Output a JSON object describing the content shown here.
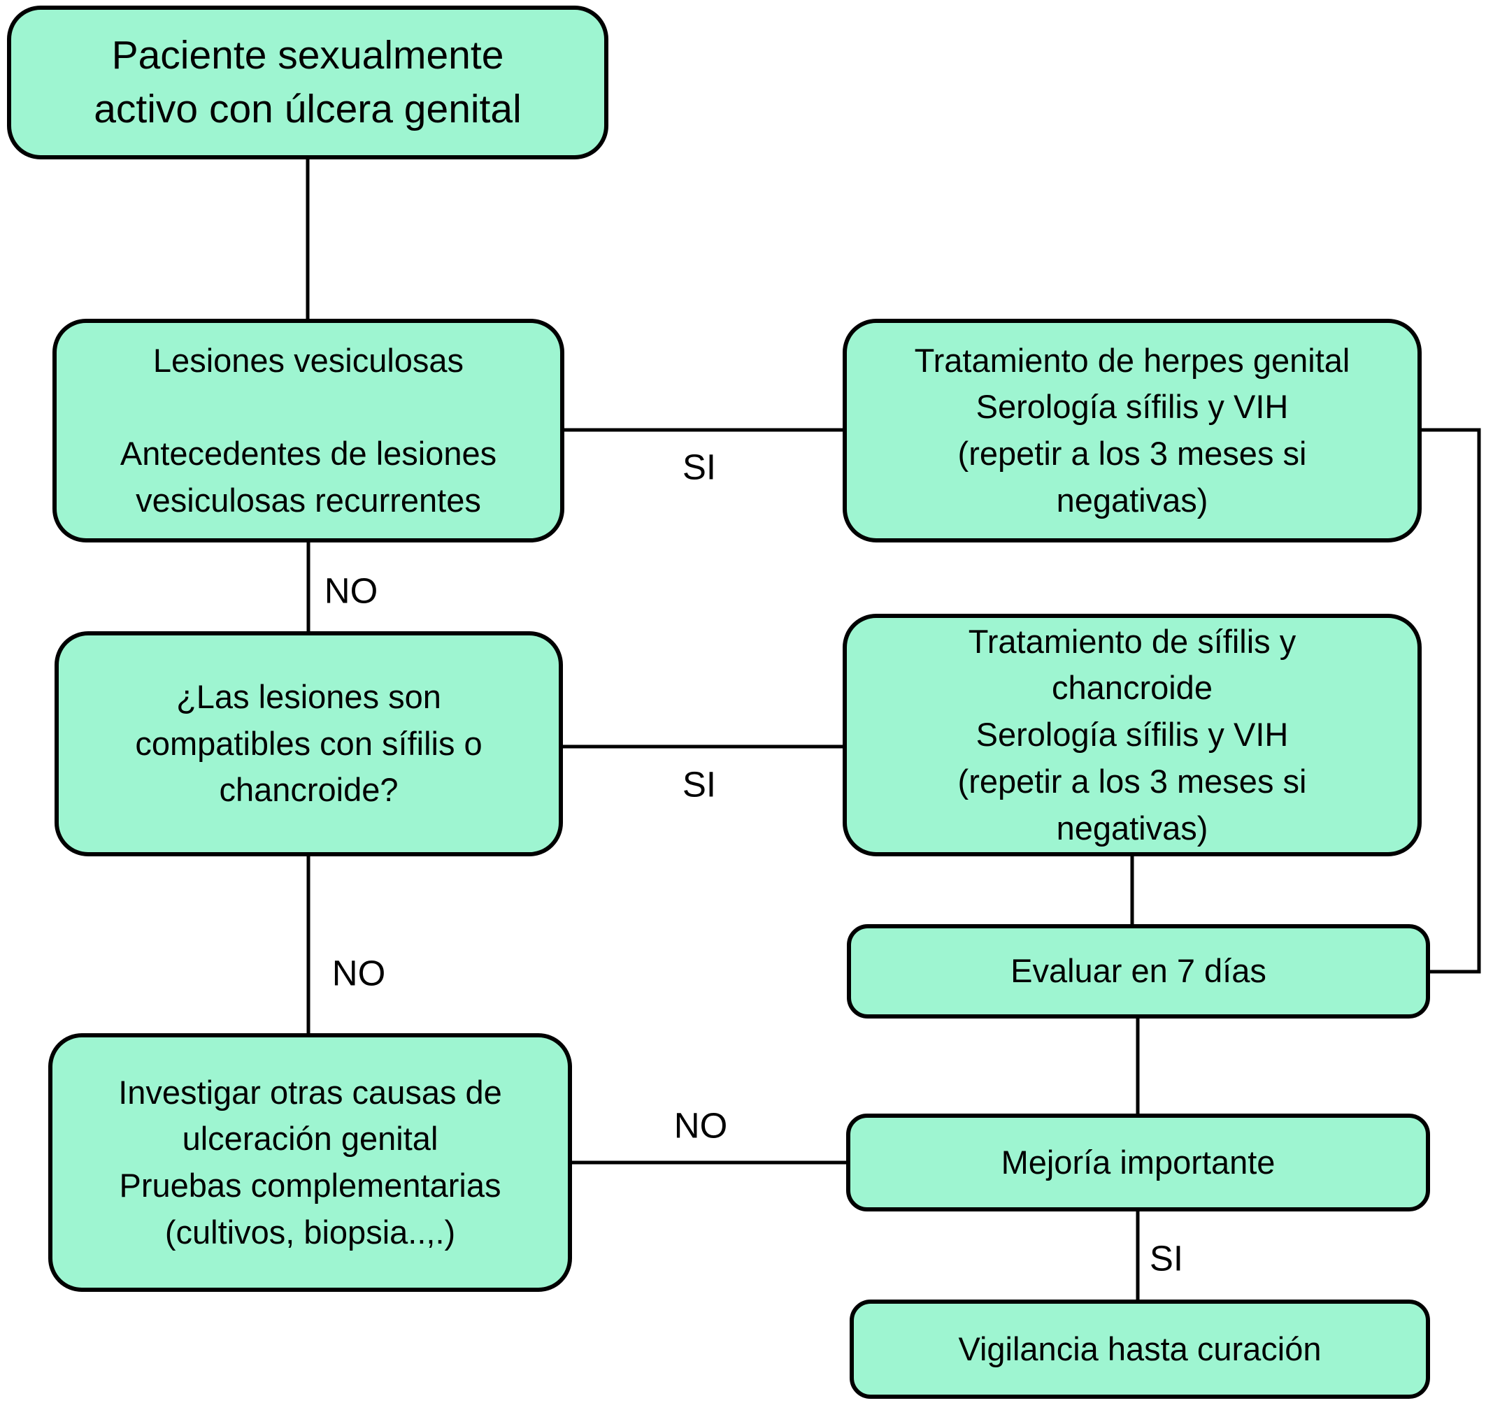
{
  "diagram": {
    "nodes": {
      "patient": {
        "text": "Paciente sexualmente\nactivo con úlcera genital"
      },
      "vesicular_lesions": {
        "text": "Lesiones vesiculosas\n\nAntecedentes de lesiones\nvesiculosas recurrentes"
      },
      "herpes_treatment": {
        "text": "Tratamiento de herpes genital\nSerología sífilis y VIH\n(repetir a los 3 meses si\nnegativas)"
      },
      "syphilis_question": {
        "text": "¿Las lesiones son\ncompatibles con sífilis o\nchancroide?"
      },
      "syphilis_treatment": {
        "text": "Tratamiento de sífilis y\nchancroide\nSerología sífilis y VIH\n(repetir a los 3 meses si\nnegativas)"
      },
      "evaluate": {
        "text": "Evaluar en 7 días"
      },
      "investigate": {
        "text": "Investigar otras causas de\nulceración genital\nPruebas complementarias\n(cultivos, biopsia..,.)"
      },
      "improvement": {
        "text": "Mejoría importante"
      },
      "surveillance": {
        "text": "Vigilancia hasta curación"
      }
    },
    "edge_labels": {
      "vesicular_yes": "SI",
      "vesicular_no": "NO",
      "syphilis_yes": "SI",
      "syphilis_no": "NO",
      "improvement_no": "NO",
      "improvement_yes": "SI"
    },
    "colors": {
      "node_fill": "#9ef5d1",
      "node_border": "#000000",
      "connector": "#000000",
      "background": "#ffffff",
      "text": "#000000"
    }
  }
}
